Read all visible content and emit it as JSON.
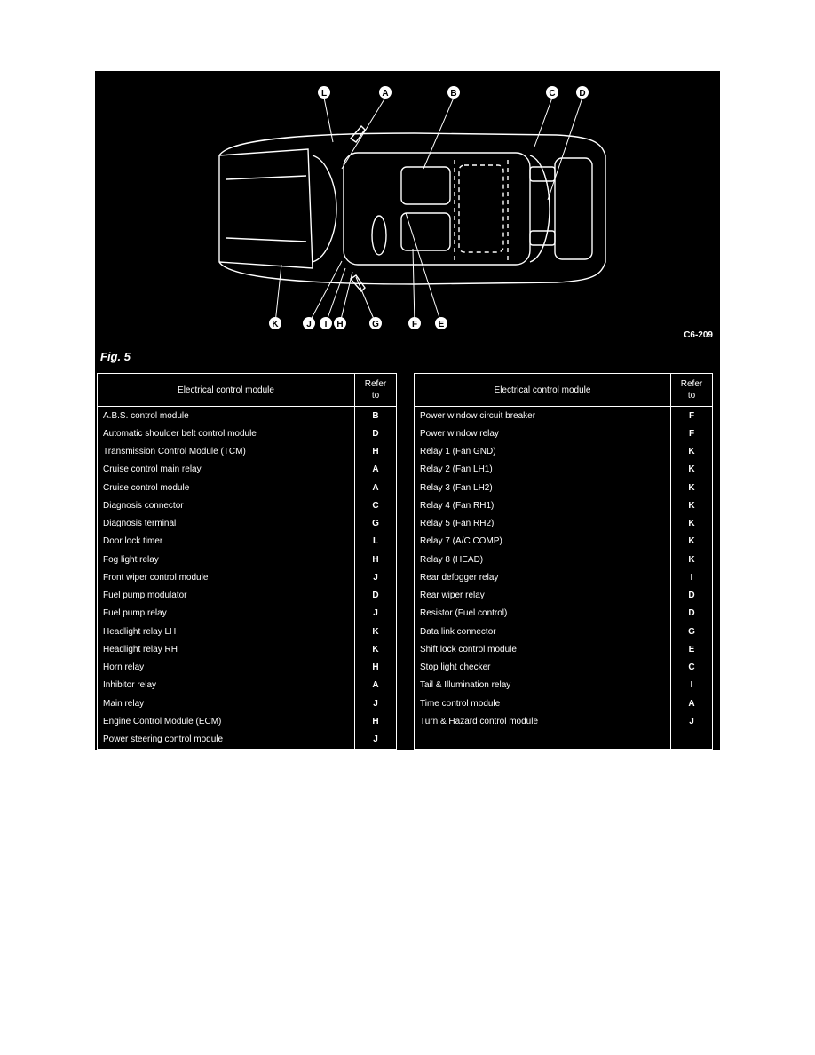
{
  "figure": {
    "code": "C6-209",
    "caption": "Fig. 5",
    "callouts_top": [
      "L",
      "A",
      "B",
      "C",
      "D"
    ],
    "callouts_bottom": [
      "K",
      "J",
      "I",
      "H",
      "G",
      "F",
      "E"
    ]
  },
  "left_table": {
    "header_module": "Electrical control module",
    "header_refer_line1": "Refer",
    "header_refer_line2": "to",
    "rows": [
      {
        "name": "A.B.S. control module",
        "ref": "B"
      },
      {
        "name": "Automatic shoulder belt control module",
        "ref": "D"
      },
      {
        "name": "Transmission Control Module (TCM)",
        "ref": "H"
      },
      {
        "name": "Cruise control main relay",
        "ref": "A"
      },
      {
        "name": "Cruise control module",
        "ref": "A"
      },
      {
        "name": "Diagnosis connector",
        "ref": "C"
      },
      {
        "name": "Diagnosis terminal",
        "ref": "G"
      },
      {
        "name": "Door lock timer",
        "ref": "L"
      },
      {
        "name": "Fog light relay",
        "ref": "H"
      },
      {
        "name": "Front wiper control module",
        "ref": "J"
      },
      {
        "name": "Fuel pump modulator",
        "ref": "D"
      },
      {
        "name": "Fuel pump relay",
        "ref": "J"
      },
      {
        "name": "Headlight relay LH",
        "ref": "K"
      },
      {
        "name": "Headlight relay RH",
        "ref": "K"
      },
      {
        "name": "Horn relay",
        "ref": "H"
      },
      {
        "name": "Inhibitor relay",
        "ref": "A"
      },
      {
        "name": "Main relay",
        "ref": "J"
      },
      {
        "name": "Engine Control Module (ECM)",
        "ref": "H"
      },
      {
        "name": "Power steering control module",
        "ref": "J"
      }
    ]
  },
  "right_table": {
    "header_module": "Electrical control module",
    "header_refer_line1": "Refer",
    "header_refer_line2": "to",
    "rows": [
      {
        "name": "Power window circuit breaker",
        "ref": "F"
      },
      {
        "name": "Power window relay",
        "ref": "F"
      },
      {
        "name": "Relay 1 (Fan GND)",
        "ref": "K"
      },
      {
        "name": "Relay 2 (Fan LH1)",
        "ref": "K"
      },
      {
        "name": "Relay 3 (Fan LH2)",
        "ref": "K"
      },
      {
        "name": "Relay 4 (Fan RH1)",
        "ref": "K"
      },
      {
        "name": "Relay 5 (Fan RH2)",
        "ref": "K"
      },
      {
        "name": "Relay 7 (A/C COMP)",
        "ref": "K"
      },
      {
        "name": "Relay 8 (HEAD)",
        "ref": "K"
      },
      {
        "name": "Rear defogger relay",
        "ref": "I"
      },
      {
        "name": "Rear wiper relay",
        "ref": "D"
      },
      {
        "name": "Resistor (Fuel control)",
        "ref": "D"
      },
      {
        "name": "Data link connector",
        "ref": "G"
      },
      {
        "name": "Shift lock control module",
        "ref": "E"
      },
      {
        "name": "Stop light checker",
        "ref": "C"
      },
      {
        "name": "Tail & Illumination relay",
        "ref": "I"
      },
      {
        "name": "Time control module",
        "ref": "A"
      },
      {
        "name": "Turn & Hazard control module",
        "ref": "J"
      },
      {
        "name": "",
        "ref": ""
      }
    ]
  }
}
